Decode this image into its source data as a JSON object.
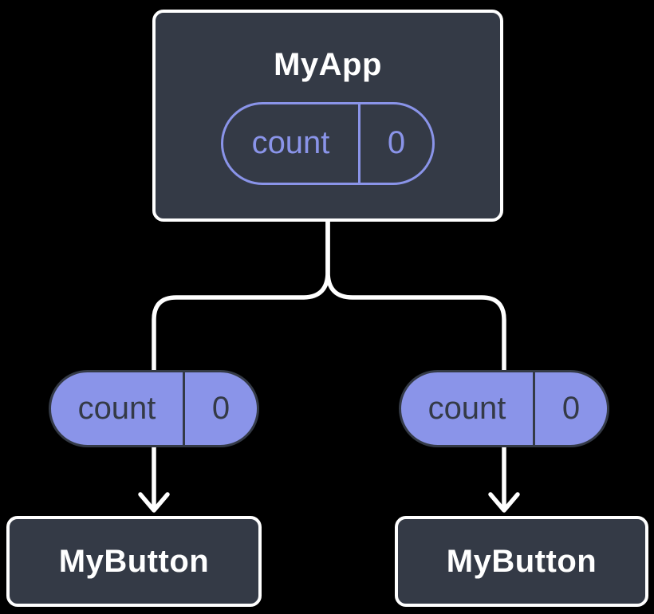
{
  "diagram": {
    "description": "Component tree: parent holds count state, passed down to two buttons",
    "root": {
      "title": "MyApp",
      "state": {
        "label": "count",
        "value": "0"
      }
    },
    "left_branch": {
      "prop": {
        "label": "count",
        "value": "0"
      },
      "child_title": "MyButton"
    },
    "right_branch": {
      "prop": {
        "label": "count",
        "value": "0"
      },
      "child_title": "MyButton"
    },
    "colors": {
      "background": "#000000",
      "node_fill": "#343a46",
      "node_border": "#ffffff",
      "accent_purple": "#8a94e9",
      "pill_text_dark": "#343a46",
      "connector": "#ffffff"
    }
  }
}
